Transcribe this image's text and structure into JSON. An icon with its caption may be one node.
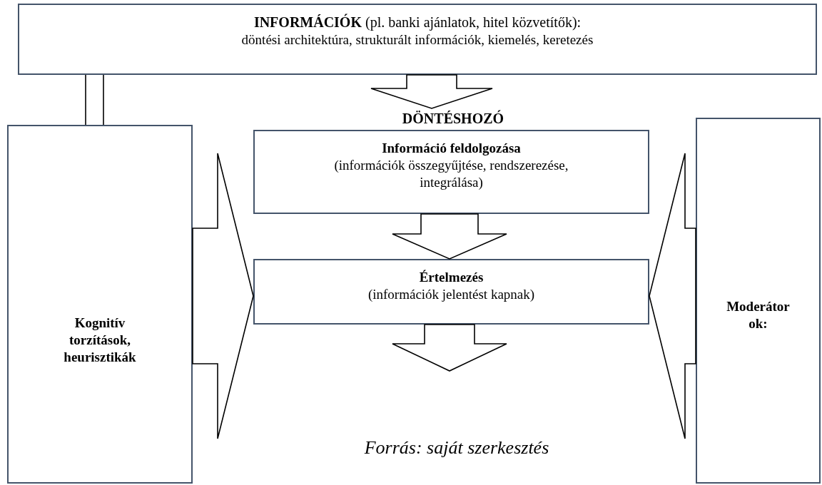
{
  "diagram": {
    "caption": "Forrás: saját szerkesztés",
    "nodes": [
      {
        "text": [
          "**INFORMÁCIÓK** (pl. banki ajánlatok, hitel közvetítők):",
          "döntési architektúra, strukturált információk, kiemelés, keretezés"
        ]
      },
      {
        "text": [
          "DÖNTÉSHOZÓ"
        ]
      },
      {
        "text": [
          "Információ feldolgozása",
          "(információk összegyűjtése, rendszerezése, integrálása)"
        ]
      },
      {
        "text": [
          "Értelmezés",
          "(információk jelentést kapnak)"
        ]
      },
      {
        "text": [
          "Kognitív torzítások, heurisztikák"
        ]
      },
      {
        "text": [
          "Moderátorok:"
        ]
      }
    ],
    "edges": [
      {
        "from": 0,
        "to": 1,
        "arrow": "to"
      },
      {
        "from": 2,
        "to": 3,
        "arrow": "to"
      },
      {
        "from": 3,
        "to": null,
        "arrow": "to"
      },
      {
        "from": 4,
        "to": 3,
        "arrow": "to"
      },
      {
        "from": 5,
        "to": 3,
        "arrow": "to"
      },
      {
        "from": 0,
        "to": 4,
        "arrow": "none"
      }
    ]
  }
}
